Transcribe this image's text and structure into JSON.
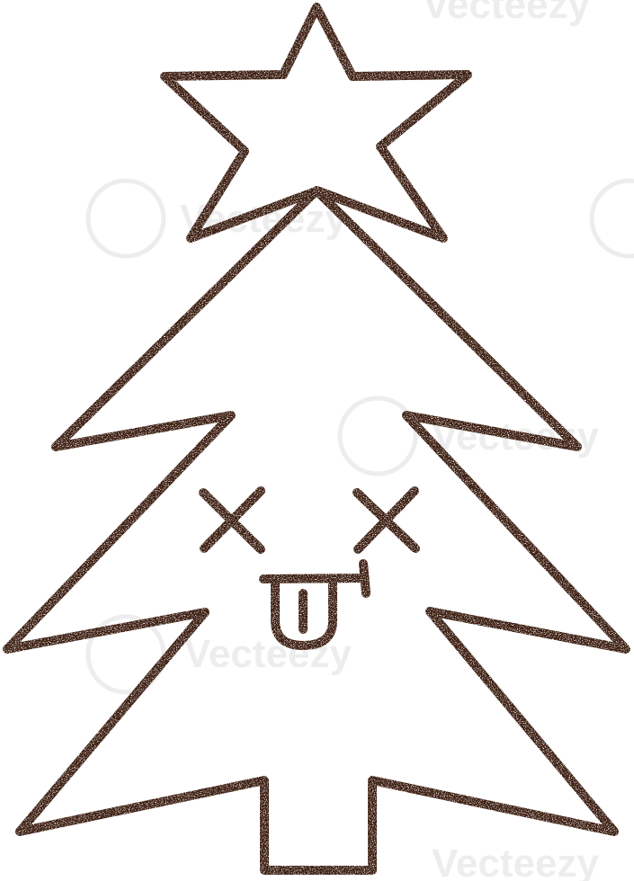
{
  "illustration": {
    "subject": "christmas-tree",
    "style": "charcoal-line-drawing",
    "colors": {
      "stroke": "#3f2214",
      "speckle": "#ffffff",
      "background": "#ffffff",
      "watermark": "#e6e6e6"
    }
  },
  "watermark": {
    "text": "Vecteezy"
  }
}
